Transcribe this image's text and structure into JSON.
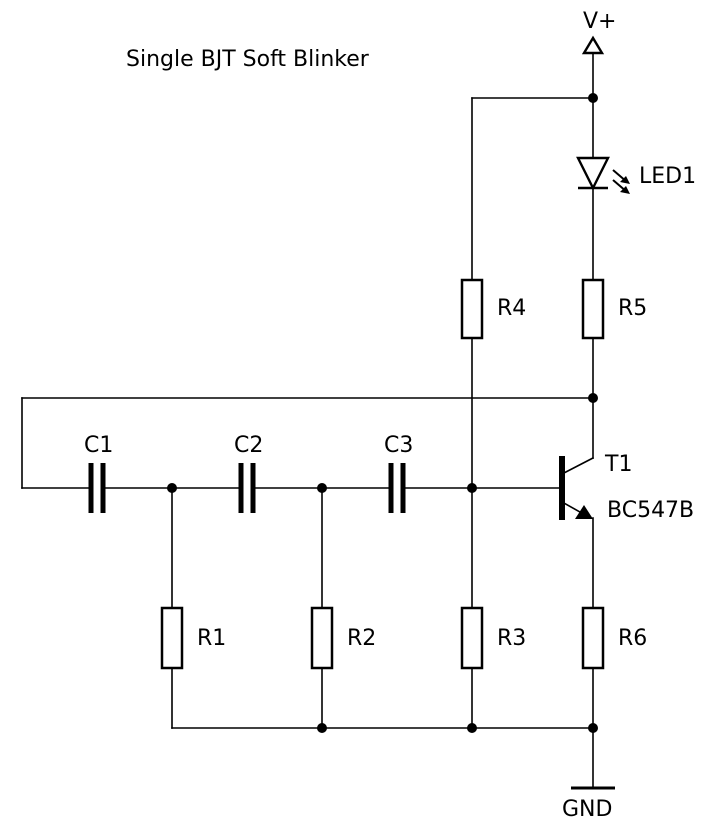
{
  "title": "Single BJT Soft Blinker",
  "supply_label": "V+",
  "ground_label": "GND",
  "components": {
    "C1": "C1",
    "C2": "C2",
    "C3": "C3",
    "R1": "R1",
    "R2": "R2",
    "R3": "R3",
    "R4": "R4",
    "R5": "R5",
    "R6": "R6",
    "LED1": "LED1",
    "T1": "T1",
    "T1_part": "BC547B"
  }
}
